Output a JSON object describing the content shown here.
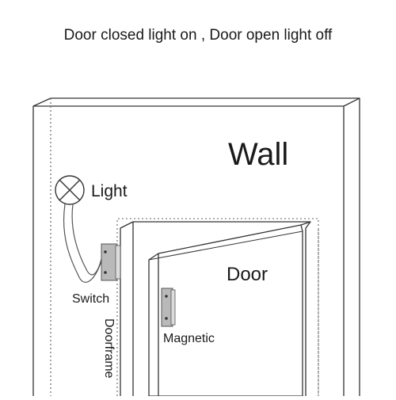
{
  "caption": "Door closed light on , Door open light off",
  "labels": {
    "wall": "Wall",
    "light": "Light",
    "door": "Door",
    "switch": "Switch",
    "doorframe": "Doorframe",
    "magnetic": "Magnetic"
  },
  "colors": {
    "line": "#333333",
    "dotted": "#666666",
    "sensor_fill": "#b9b9b9",
    "sensor_stroke": "#555555",
    "wire": "#555555"
  },
  "icons": {
    "light": "lamp-cross-icon",
    "switch": "reed-switch-icon",
    "magnet": "magnet-icon"
  }
}
